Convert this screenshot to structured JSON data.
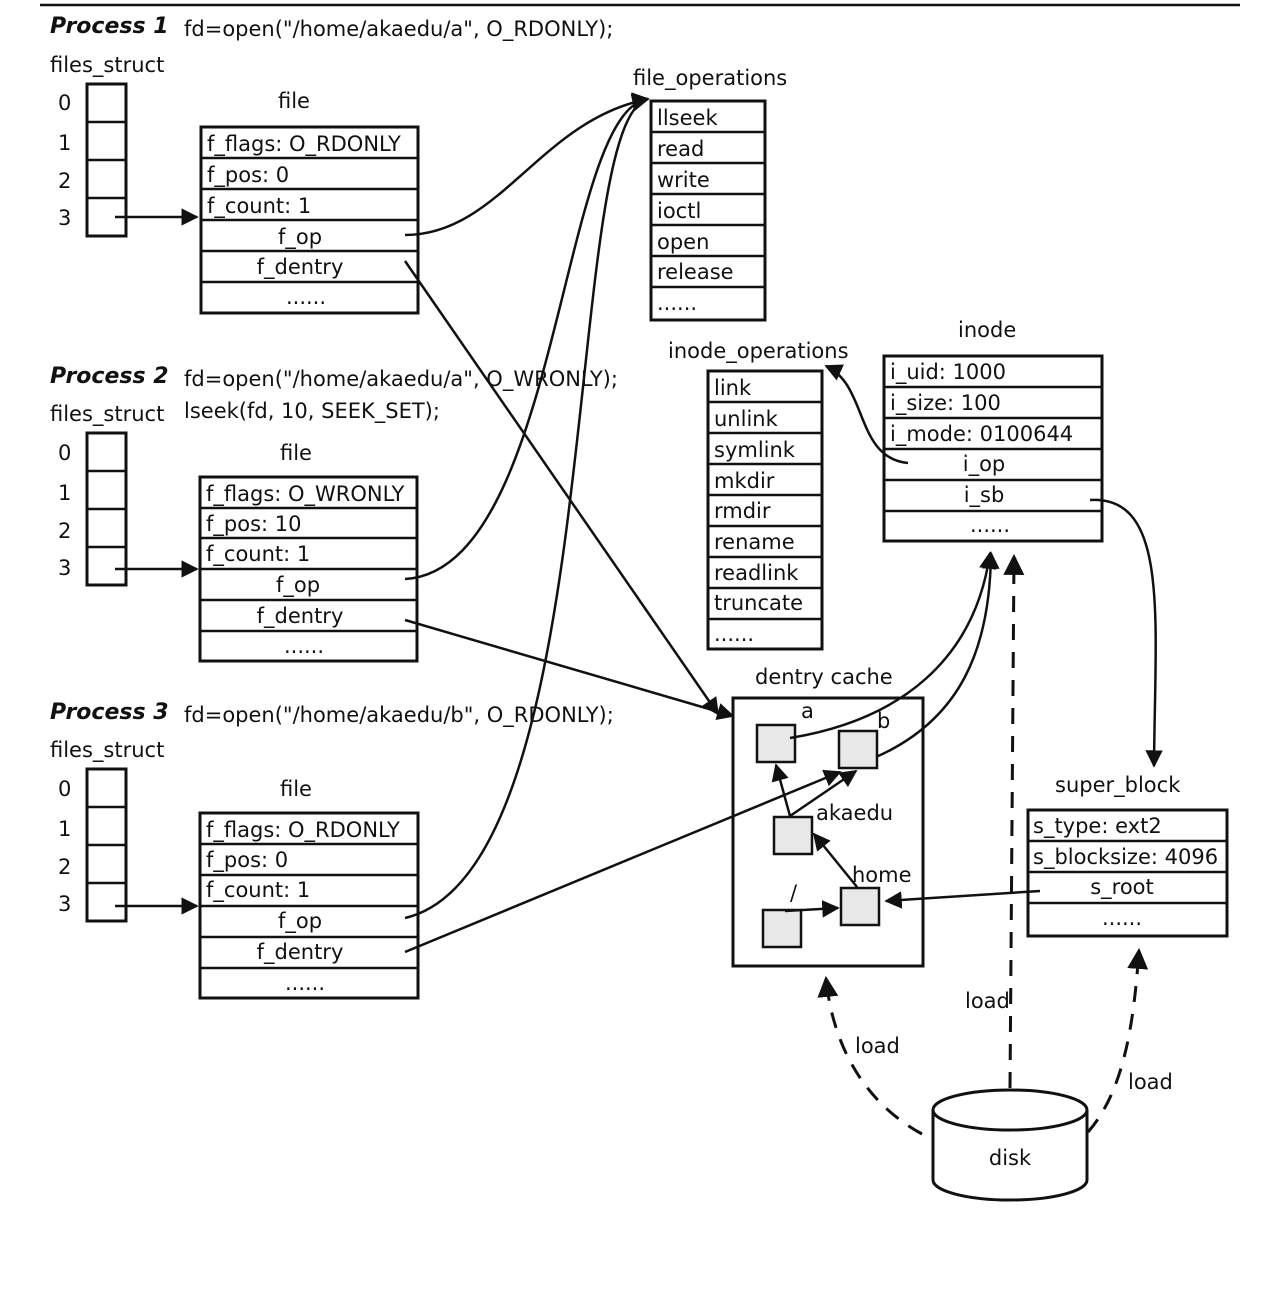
{
  "processes": [
    {
      "title": "Process 1",
      "code": [
        "fd=open(\"/home/akaedu/a\", O_RDONLY);"
      ],
      "files_struct": "files_struct",
      "indices": [
        "0",
        "1",
        "2",
        "3"
      ],
      "file_label": "file",
      "fields": [
        "f_flags: O_RDONLY",
        "f_pos: 0",
        "f_count: 1",
        "f_op",
        "f_dentry",
        "......"
      ]
    },
    {
      "title": "Process 2",
      "code": [
        "fd=open(\"/home/akaedu/a\", O_WRONLY);",
        "lseek(fd, 10, SEEK_SET);"
      ],
      "files_struct": "files_struct",
      "indices": [
        "0",
        "1",
        "2",
        "3"
      ],
      "file_label": "file",
      "fields": [
        "f_flags: O_WRONLY",
        "f_pos: 10",
        "f_count: 1",
        "f_op",
        "f_dentry",
        "......"
      ]
    },
    {
      "title": "Process 3",
      "code": [
        "fd=open(\"/home/akaedu/b\", O_RDONLY);"
      ],
      "files_struct": "files_struct",
      "indices": [
        "0",
        "1",
        "2",
        "3"
      ],
      "file_label": "file",
      "fields": [
        "f_flags: O_RDONLY",
        "f_pos: 0",
        "f_count: 1",
        "f_op",
        "f_dentry",
        "......"
      ]
    }
  ],
  "file_operations": {
    "title": "file_operations",
    "items": [
      "llseek",
      "read",
      "write",
      "ioctl",
      "open",
      "release",
      "......"
    ]
  },
  "inode_operations": {
    "title": "inode_operations",
    "items": [
      "link",
      "unlink",
      "symlink",
      "mkdir",
      "rmdir",
      "rename",
      "readlink",
      "truncate",
      "......"
    ]
  },
  "inode": {
    "title": "inode",
    "fields": [
      "i_uid: 1000",
      "i_size: 100",
      "i_mode: 0100644",
      "i_op",
      "i_sb",
      "......"
    ]
  },
  "super_block": {
    "title": "super_block",
    "fields": [
      "s_type: ext2",
      "s_blocksize: 4096",
      "s_root",
      "......"
    ]
  },
  "dentry_cache": {
    "title": "dentry cache",
    "nodes": {
      "a": "a",
      "b": "b",
      "akaedu": "akaedu",
      "home": "home",
      "root": "/"
    }
  },
  "disk": {
    "label": "disk"
  },
  "load_labels": [
    "load",
    "load",
    "load"
  ]
}
